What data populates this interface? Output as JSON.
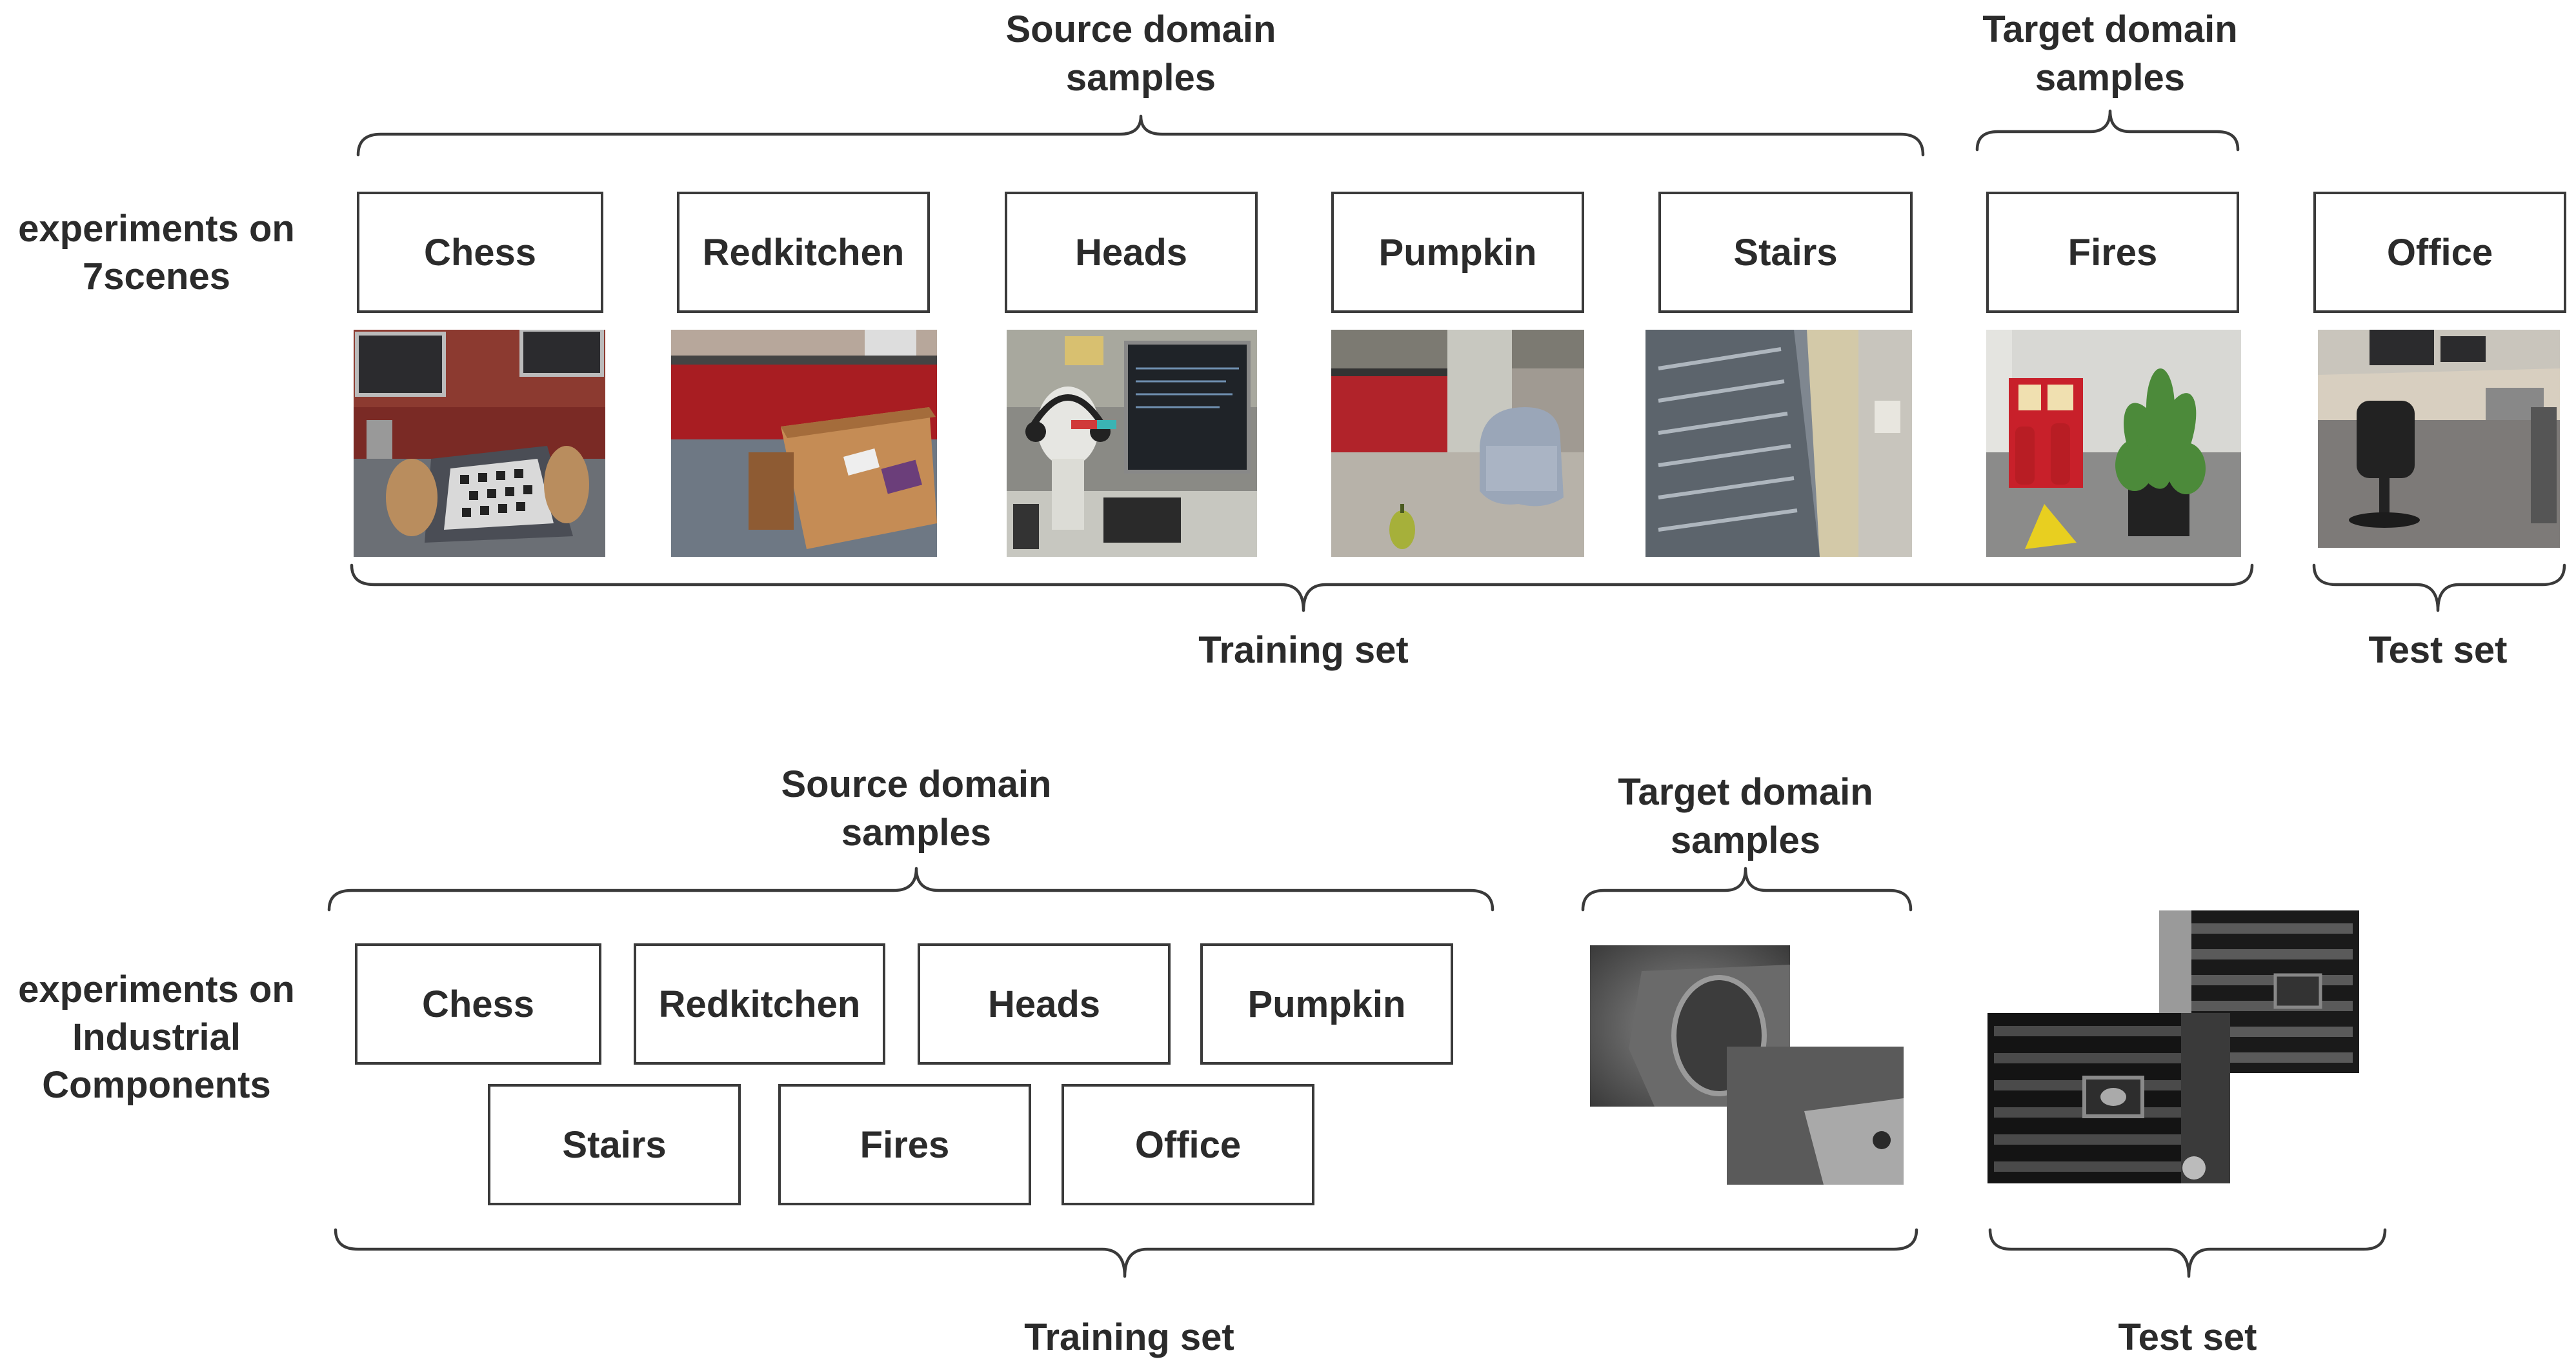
{
  "top": {
    "row_label": "experiments on\n7scenes",
    "source_label": "Source domain\nsamples",
    "target_label": "Target domain\nsamples",
    "scenes": [
      "Chess",
      "Redkitchen",
      "Heads",
      "Pumpkin",
      "Stairs",
      "Fires",
      "Office"
    ],
    "training_label": "Training set",
    "test_label": "Test set"
  },
  "bottom": {
    "row_label": "experiments on\nIndustrial\nComponents",
    "source_label": "Source domain\nsamples",
    "target_label": "Target domain\nsamples",
    "scenes_row1": [
      "Chess",
      "Redkitchen",
      "Heads",
      "Pumpkin"
    ],
    "scenes_row2": [
      "Stairs",
      "Fires",
      "Office"
    ],
    "training_label": "Training set",
    "test_label": "Test set"
  }
}
